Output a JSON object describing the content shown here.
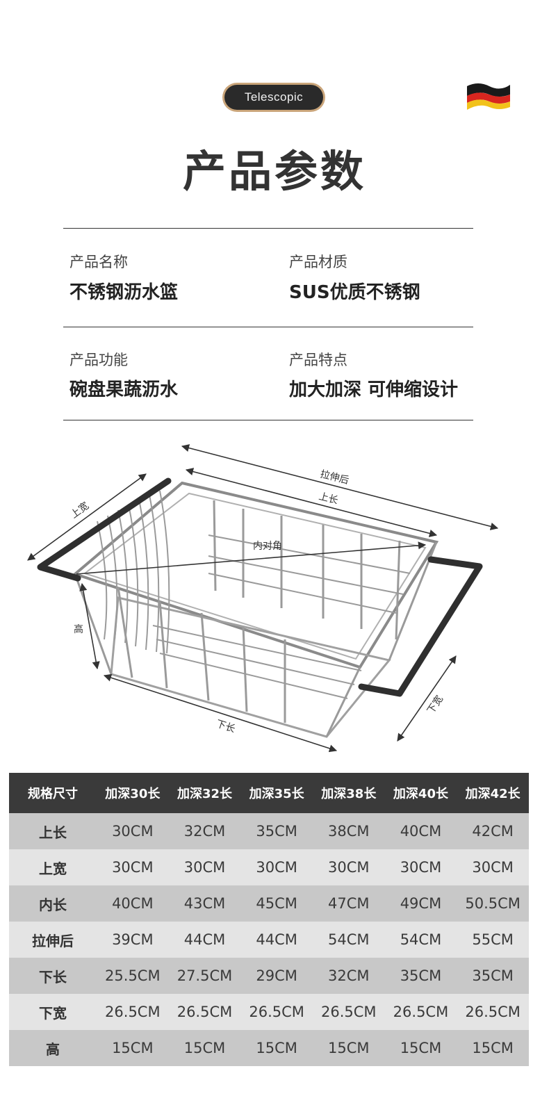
{
  "badge": "Telescopic",
  "title": "产品参数",
  "params": [
    {
      "label": "产品名称",
      "value": "不锈钢沥水篮"
    },
    {
      "label": "产品材质",
      "value": "SUS优质不锈钢"
    },
    {
      "label": "产品功能",
      "value": "碗盘果蔬沥水"
    },
    {
      "label": "产品特点",
      "value": "加大加深 可伸缩设计"
    }
  ],
  "diagram_labels": {
    "stretched": "拉伸后",
    "top_length": "上长",
    "top_width": "上宽",
    "inner_diagonal": "内对角",
    "height": "高",
    "bottom_length": "下长",
    "bottom_width": "下宽"
  },
  "table": {
    "headers": [
      "规格尺寸",
      "加深30长",
      "加深32长",
      "加深35长",
      "加深38长",
      "加深40长",
      "加深42长"
    ],
    "rows": [
      {
        "name": "上长",
        "values": [
          "30CM",
          "32CM",
          "35CM",
          "38CM",
          "40CM",
          "42CM"
        ]
      },
      {
        "name": "上宽",
        "values": [
          "30CM",
          "30CM",
          "30CM",
          "30CM",
          "30CM",
          "30CM"
        ]
      },
      {
        "name": "内长",
        "values": [
          "40CM",
          "43CM",
          "45CM",
          "47CM",
          "49CM",
          "50.5CM"
        ]
      },
      {
        "name": "拉伸后",
        "values": [
          "39CM",
          "44CM",
          "44CM",
          "54CM",
          "54CM",
          "55CM"
        ]
      },
      {
        "name": "下长",
        "values": [
          "25.5CM",
          "27.5CM",
          "29CM",
          "32CM",
          "35CM",
          "35CM"
        ]
      },
      {
        "name": "下宽",
        "values": [
          "26.5CM",
          "26.5CM",
          "26.5CM",
          "26.5CM",
          "26.5CM",
          "26.5CM"
        ]
      },
      {
        "name": "高",
        "values": [
          "15CM",
          "15CM",
          "15CM",
          "15CM",
          "15CM",
          "15CM"
        ]
      }
    ]
  },
  "colors": {
    "badge_border": "#caa57a",
    "badge_bg": "#2a2a2a",
    "table_header_bg": "#3a3a3a",
    "row_dark": "#c8c8c8",
    "row_light": "#e4e4e4"
  }
}
